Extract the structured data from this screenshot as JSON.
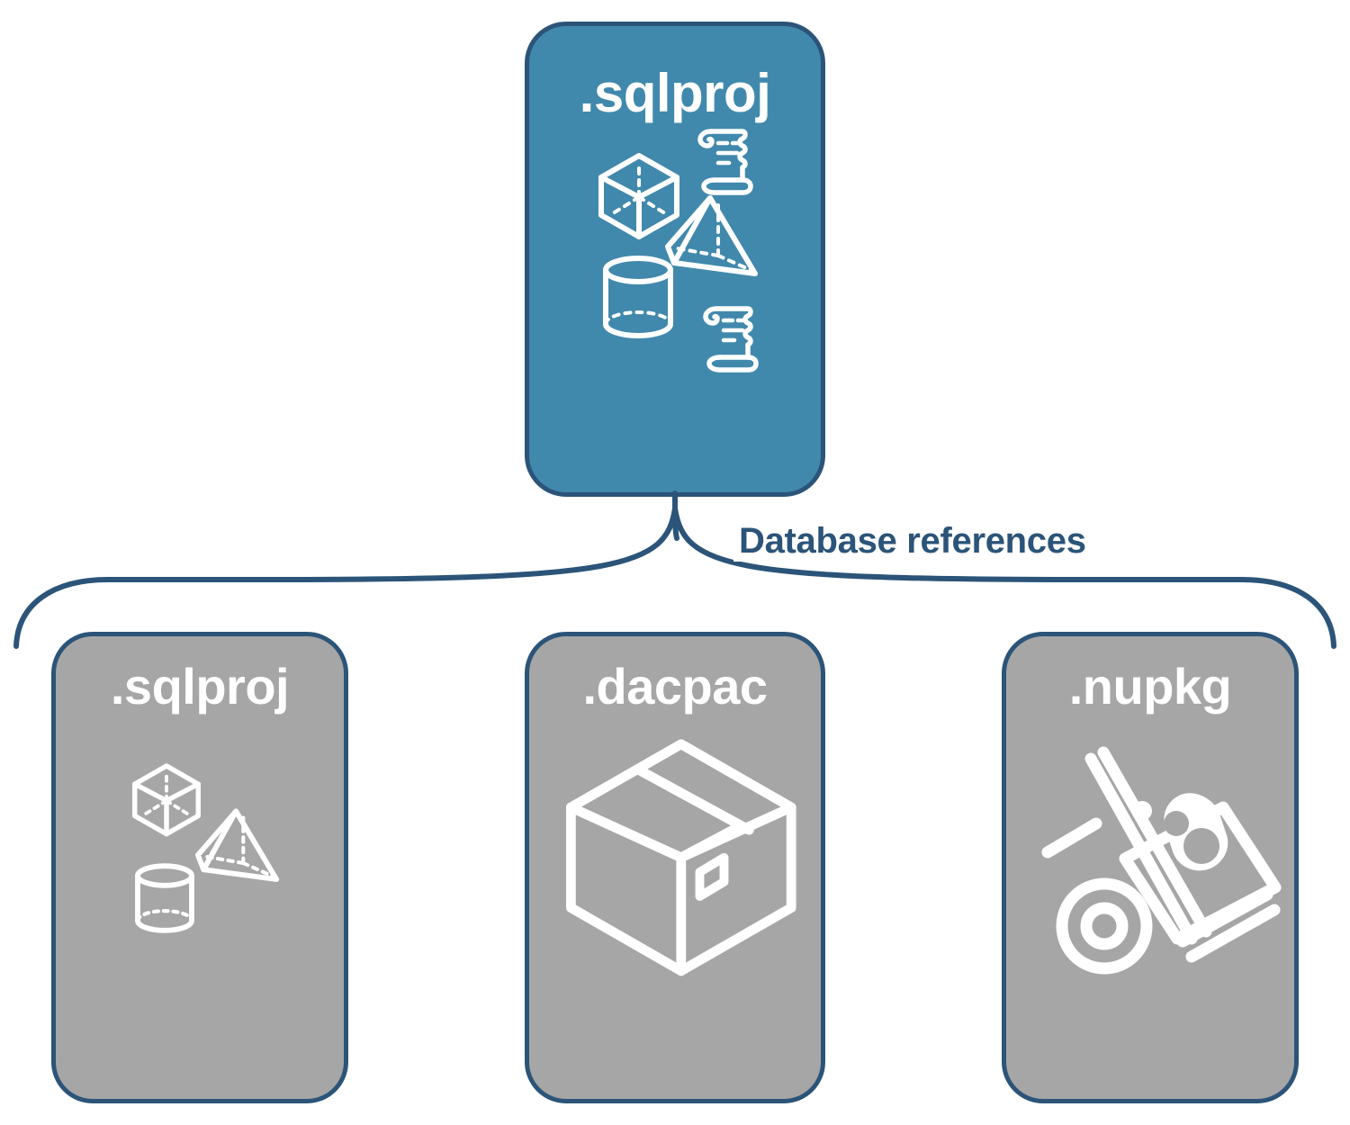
{
  "diagram": {
    "title_text": "Database references",
    "colors": {
      "primary_fill": "#4189AC",
      "reference_fill": "#A6A6A6",
      "border": "#2B5478",
      "icon_stroke": "#FFFFFF",
      "label_text": "#2B5478",
      "background": "#FFFFFF"
    },
    "primary_node": {
      "label": ".sqlproj",
      "icons": [
        "cube-icon",
        "scroll-icon",
        "pyramid-icon",
        "cylinder-icon",
        "scroll-icon"
      ]
    },
    "connector": {
      "label": "Database references",
      "style": "curly-brace",
      "direction": "one-to-many"
    },
    "reference_nodes": [
      {
        "label": ".sqlproj",
        "icons": [
          "cube-icon",
          "pyramid-icon",
          "cylinder-icon"
        ]
      },
      {
        "label": ".dacpac",
        "icons": [
          "shipping-box-icon"
        ]
      },
      {
        "label": ".nupkg",
        "icons": [
          "hand-truck-icon",
          "nuget-package-icon"
        ]
      }
    ]
  }
}
